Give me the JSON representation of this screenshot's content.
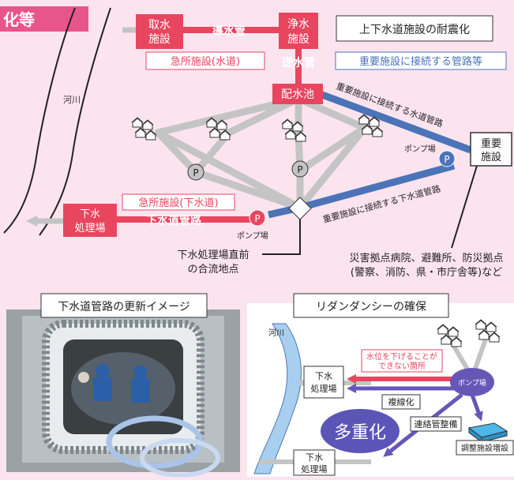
{
  "header": {
    "tag": "化等"
  },
  "top": {
    "title": "上下水道施設の耐震化",
    "box_intake": [
      "取水",
      "施設"
    ],
    "box_purify": [
      "浄水",
      "施設"
    ],
    "box_reservoir": "配水池",
    "box_important": [
      "重要",
      "施設"
    ],
    "box_sewage": [
      "下水",
      "処理場"
    ],
    "pipe_conveyance": "導水管",
    "pipe_transmission": "送水管",
    "label_urgent_water": "急所施設(水道)",
    "label_key_pipes": "重要施設に接続する管路等",
    "label_water_main": "重要施設に接続する水道管路",
    "label_sewer_main": "重要施設に接続する下水道管路",
    "label_pump_right": "ポンプ場",
    "label_pump_left": "ポンプ場",
    "label_urgent_sewer": "急所施設(下水道)",
    "label_sewer_pipe": "下水道管路",
    "label_river": "河川",
    "label_confluence": [
      "下水処理場直前",
      "の合流地点"
    ],
    "label_disaster": [
      "災害拠点病院、避難所、防災拠点",
      "(警察、消防、県・市庁舎等)など"
    ],
    "pump_symbol": "P"
  },
  "bottom_left": {
    "title": "下水道管路の更新イメージ"
  },
  "bottom_right": {
    "title": "リダンダンシーの確保",
    "river": "河川",
    "plant_upper": [
      "下水",
      "処理場"
    ],
    "plant_lower": [
      "下水",
      "処理場"
    ],
    "pump_station": "ポンプ場",
    "warning": [
      "水位を下げることが",
      "できない箇所"
    ],
    "duplication": "複線化",
    "connection": "連絡管整備",
    "adjustment": "調整施設増設",
    "multiplex": "多重化"
  },
  "colors": {
    "background": "#fce4ef",
    "red": "#e8455f",
    "blue": "#4b74b8",
    "gray": "#c4c4c4",
    "purple": "#6657b7",
    "pink_tag": "#e8558a"
  }
}
